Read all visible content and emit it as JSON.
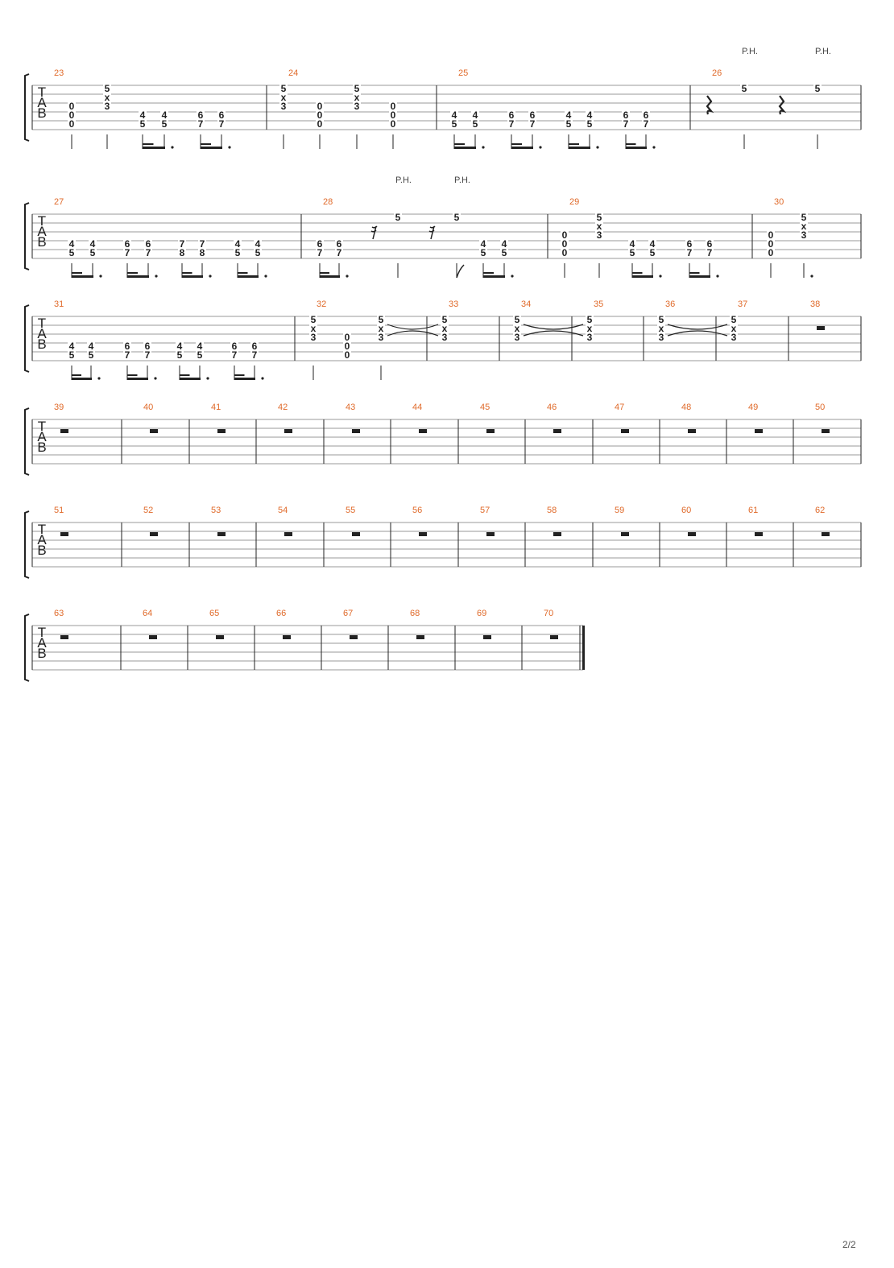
{
  "clef_letters": [
    "T",
    "A",
    "B"
  ],
  "page_number": "2/2",
  "systems": [
    {
      "measures": [
        {
          "number": "23",
          "notes": [
            {
              "s": [
                3,
                4,
                5
              ],
              "f": [
                "0",
                "0",
                "0"
              ],
              "stem": "quarter"
            },
            {
              "s": [
                1,
                2,
                3
              ],
              "f": [
                "5",
                "x",
                "3"
              ],
              "stem": "quarter"
            },
            {
              "s": [
                4,
                5
              ],
              "f": [
                "4",
                "5"
              ],
              "beam": "a"
            },
            {
              "s": [
                4,
                5
              ],
              "f": [
                "4",
                "5"
              ],
              "beam": "a",
              "dot": true
            },
            {
              "s": [
                4,
                5
              ],
              "f": [
                "6",
                "7"
              ],
              "beam": "b"
            },
            {
              "s": [
                4,
                5
              ],
              "f": [
                "6",
                "7"
              ],
              "beam": "b",
              "dot": true
            }
          ]
        },
        {
          "number": "24",
          "notes": [
            {
              "s": [
                1,
                2,
                3
              ],
              "f": [
                "5",
                "x",
                "3"
              ],
              "stem": "quarter"
            },
            {
              "s": [
                3,
                4,
                5
              ],
              "f": [
                "0",
                "0",
                "0"
              ],
              "stem": "quarter"
            },
            {
              "s": [
                1,
                2,
                3
              ],
              "f": [
                "5",
                "x",
                "3"
              ],
              "stem": "quarter"
            },
            {
              "s": [
                3,
                4,
                5
              ],
              "f": [
                "0",
                "0",
                "0"
              ],
              "stem": "quarter"
            }
          ]
        },
        {
          "number": "25",
          "notes": [
            {
              "s": [
                4,
                5
              ],
              "f": [
                "4",
                "5"
              ],
              "beam": "a"
            },
            {
              "s": [
                4,
                5
              ],
              "f": [
                "4",
                "5"
              ],
              "beam": "a",
              "dot": true
            },
            {
              "s": [
                4,
                5
              ],
              "f": [
                "6",
                "7"
              ],
              "beam": "b"
            },
            {
              "s": [
                4,
                5
              ],
              "f": [
                "6",
                "7"
              ],
              "beam": "b",
              "dot": true
            },
            {
              "s": [
                4,
                5
              ],
              "f": [
                "4",
                "5"
              ],
              "beam": "c"
            },
            {
              "s": [
                4,
                5
              ],
              "f": [
                "4",
                "5"
              ],
              "beam": "c",
              "dot": true
            },
            {
              "s": [
                4,
                5
              ],
              "f": [
                "6",
                "7"
              ],
              "beam": "d"
            },
            {
              "s": [
                4,
                5
              ],
              "f": [
                "6",
                "7"
              ],
              "beam": "d",
              "dot": true
            }
          ]
        },
        {
          "number": "26",
          "notes": [
            {
              "rest": "quarter"
            },
            {
              "s": [
                1
              ],
              "f": [
                "5"
              ],
              "stem": "quarter",
              "label": "P.H."
            },
            {
              "rest": "quarter"
            },
            {
              "s": [
                1
              ],
              "f": [
                "5"
              ],
              "stem": "quarter",
              "label": "P.H."
            }
          ]
        }
      ]
    },
    {
      "measures": [
        {
          "number": "27",
          "notes": [
            {
              "s": [
                4,
                5
              ],
              "f": [
                "4",
                "5"
              ],
              "beam": "a"
            },
            {
              "s": [
                4,
                5
              ],
              "f": [
                "4",
                "5"
              ],
              "beam": "a",
              "dot": true
            },
            {
              "s": [
                4,
                5
              ],
              "f": [
                "6",
                "7"
              ],
              "beam": "b"
            },
            {
              "s": [
                4,
                5
              ],
              "f": [
                "6",
                "7"
              ],
              "beam": "b",
              "dot": true
            },
            {
              "s": [
                4,
                5
              ],
              "f": [
                "7",
                "8"
              ],
              "beam": "c"
            },
            {
              "s": [
                4,
                5
              ],
              "f": [
                "7",
                "8"
              ],
              "beam": "c",
              "dot": true
            },
            {
              "s": [
                4,
                5
              ],
              "f": [
                "4",
                "5"
              ],
              "beam": "d"
            },
            {
              "s": [
                4,
                5
              ],
              "f": [
                "4",
                "5"
              ],
              "beam": "d",
              "dot": true
            }
          ]
        },
        {
          "number": "28",
          "notes": [
            {
              "s": [
                4,
                5
              ],
              "f": [
                "6",
                "7"
              ],
              "beam": "a"
            },
            {
              "s": [
                4,
                5
              ],
              "f": [
                "6",
                "7"
              ],
              "beam": "a",
              "dot": true
            },
            {
              "rest": "sixteenth"
            },
            {
              "s": [
                1
              ],
              "f": [
                "5"
              ],
              "stem": "quarter",
              "label": "P.H."
            },
            {
              "rest": "sixteenth"
            },
            {
              "s": [
                1
              ],
              "f": [
                "5"
              ],
              "stem": "flag",
              "label": "P.H."
            },
            {
              "s": [
                4,
                5
              ],
              "f": [
                "4",
                "5"
              ],
              "beam": "b"
            },
            {
              "s": [
                4,
                5
              ],
              "f": [
                "4",
                "5"
              ],
              "beam": "b",
              "dot": true
            }
          ]
        },
        {
          "number": "29",
          "notes": [
            {
              "s": [
                3,
                4,
                5
              ],
              "f": [
                "0",
                "0",
                "0"
              ],
              "stem": "quarter"
            },
            {
              "s": [
                1,
                2,
                3
              ],
              "f": [
                "5",
                "x",
                "3"
              ],
              "stem": "quarter"
            },
            {
              "s": [
                4,
                5
              ],
              "f": [
                "4",
                "5"
              ],
              "beam": "a"
            },
            {
              "s": [
                4,
                5
              ],
              "f": [
                "4",
                "5"
              ],
              "beam": "a",
              "dot": true
            },
            {
              "s": [
                4,
                5
              ],
              "f": [
                "6",
                "7"
              ],
              "beam": "b"
            },
            {
              "s": [
                4,
                5
              ],
              "f": [
                "6",
                "7"
              ],
              "beam": "b",
              "dot": true
            }
          ]
        },
        {
          "number": "30",
          "notes": [
            {
              "s": [
                3,
                4,
                5
              ],
              "f": [
                "0",
                "0",
                "0"
              ],
              "stem": "quarter"
            },
            {
              "s": [
                1,
                2,
                3
              ],
              "f": [
                "5",
                "x",
                "3"
              ],
              "stem": "quarter",
              "dot": true
            }
          ]
        }
      ]
    },
    {
      "measures": [
        {
          "number": "31",
          "notes": [
            {
              "s": [
                4,
                5
              ],
              "f": [
                "4",
                "5"
              ],
              "beam": "a"
            },
            {
              "s": [
                4,
                5
              ],
              "f": [
                "4",
                "5"
              ],
              "beam": "a",
              "dot": true
            },
            {
              "s": [
                4,
                5
              ],
              "f": [
                "6",
                "7"
              ],
              "beam": "b"
            },
            {
              "s": [
                4,
                5
              ],
              "f": [
                "6",
                "7"
              ],
              "beam": "b",
              "dot": true
            },
            {
              "s": [
                4,
                5
              ],
              "f": [
                "4",
                "5"
              ],
              "beam": "c"
            },
            {
              "s": [
                4,
                5
              ],
              "f": [
                "4",
                "5"
              ],
              "beam": "c",
              "dot": true
            },
            {
              "s": [
                4,
                5
              ],
              "f": [
                "6",
                "7"
              ],
              "beam": "d"
            },
            {
              "s": [
                4,
                5
              ],
              "f": [
                "6",
                "7"
              ],
              "beam": "d",
              "dot": true
            }
          ]
        },
        {
          "number": "32",
          "notes": [
            {
              "s": [
                1,
                2,
                3
              ],
              "f": [
                "5",
                "x",
                "3"
              ],
              "stem": "quarter"
            },
            {
              "s": [
                3,
                4,
                5
              ],
              "f": [
                "0",
                "0",
                "0"
              ],
              "stem": "none"
            },
            {
              "s": [
                1,
                2,
                3
              ],
              "f": [
                "5",
                "x",
                "3"
              ],
              "stem": "quarter",
              "tie": true
            }
          ]
        },
        {
          "number": "33",
          "notes": [
            {
              "s": [
                1,
                2,
                3
              ],
              "f": [
                "5",
                "x",
                "3"
              ],
              "stem": "none"
            }
          ]
        },
        {
          "number": "34",
          "notes": [
            {
              "s": [
                1,
                2,
                3
              ],
              "f": [
                "5",
                "x",
                "3"
              ],
              "stem": "none",
              "tie": true
            }
          ]
        },
        {
          "number": "35",
          "notes": [
            {
              "s": [
                1,
                2,
                3
              ],
              "f": [
                "5",
                "x",
                "3"
              ],
              "stem": "none"
            }
          ]
        },
        {
          "number": "36",
          "notes": [
            {
              "s": [
                1,
                2,
                3
              ],
              "f": [
                "5",
                "x",
                "3"
              ],
              "stem": "none",
              "tie": true
            }
          ]
        },
        {
          "number": "37",
          "notes": [
            {
              "s": [
                1,
                2,
                3
              ],
              "f": [
                "5",
                "x",
                "3"
              ],
              "stem": "none"
            }
          ]
        },
        {
          "number": "38",
          "notes": [
            {
              "rest": "whole"
            }
          ]
        }
      ]
    },
    {
      "measures": [
        {
          "number": "39",
          "notes": [
            {
              "rest": "whole"
            }
          ]
        },
        {
          "number": "40",
          "notes": [
            {
              "rest": "whole"
            }
          ]
        },
        {
          "number": "41",
          "notes": [
            {
              "rest": "whole"
            }
          ]
        },
        {
          "number": "42",
          "notes": [
            {
              "rest": "whole"
            }
          ]
        },
        {
          "number": "43",
          "notes": [
            {
              "rest": "whole"
            }
          ]
        },
        {
          "number": "44",
          "notes": [
            {
              "rest": "whole"
            }
          ]
        },
        {
          "number": "45",
          "notes": [
            {
              "rest": "whole"
            }
          ]
        },
        {
          "number": "46",
          "notes": [
            {
              "rest": "whole"
            }
          ]
        },
        {
          "number": "47",
          "notes": [
            {
              "rest": "whole"
            }
          ]
        },
        {
          "number": "48",
          "notes": [
            {
              "rest": "whole"
            }
          ]
        },
        {
          "number": "49",
          "notes": [
            {
              "rest": "whole"
            }
          ]
        },
        {
          "number": "50",
          "notes": [
            {
              "rest": "whole"
            }
          ]
        }
      ]
    },
    {
      "measures": [
        {
          "number": "51",
          "notes": [
            {
              "rest": "whole"
            }
          ]
        },
        {
          "number": "52",
          "notes": [
            {
              "rest": "whole"
            }
          ]
        },
        {
          "number": "53",
          "notes": [
            {
              "rest": "whole"
            }
          ]
        },
        {
          "number": "54",
          "notes": [
            {
              "rest": "whole"
            }
          ]
        },
        {
          "number": "55",
          "notes": [
            {
              "rest": "whole"
            }
          ]
        },
        {
          "number": "56",
          "notes": [
            {
              "rest": "whole"
            }
          ]
        },
        {
          "number": "57",
          "notes": [
            {
              "rest": "whole"
            }
          ]
        },
        {
          "number": "58",
          "notes": [
            {
              "rest": "whole"
            }
          ]
        },
        {
          "number": "59",
          "notes": [
            {
              "rest": "whole"
            }
          ]
        },
        {
          "number": "60",
          "notes": [
            {
              "rest": "whole"
            }
          ]
        },
        {
          "number": "61",
          "notes": [
            {
              "rest": "whole"
            }
          ]
        },
        {
          "number": "62",
          "notes": [
            {
              "rest": "whole"
            }
          ]
        }
      ]
    },
    {
      "measures": [
        {
          "number": "63",
          "notes": [
            {
              "rest": "whole"
            }
          ]
        },
        {
          "number": "64",
          "notes": [
            {
              "rest": "whole"
            }
          ]
        },
        {
          "number": "65",
          "notes": [
            {
              "rest": "whole"
            }
          ]
        },
        {
          "number": "66",
          "notes": [
            {
              "rest": "whole"
            }
          ]
        },
        {
          "number": "67",
          "notes": [
            {
              "rest": "whole"
            }
          ]
        },
        {
          "number": "68",
          "notes": [
            {
              "rest": "whole"
            }
          ]
        },
        {
          "number": "69",
          "notes": [
            {
              "rest": "whole"
            }
          ]
        },
        {
          "number": "70",
          "notes": [
            {
              "rest": "whole"
            }
          ],
          "final": true
        }
      ]
    }
  ],
  "colors": {
    "measure_number": "#e06a2a",
    "staff_line": "#9a9a9a",
    "ink": "#222222"
  }
}
